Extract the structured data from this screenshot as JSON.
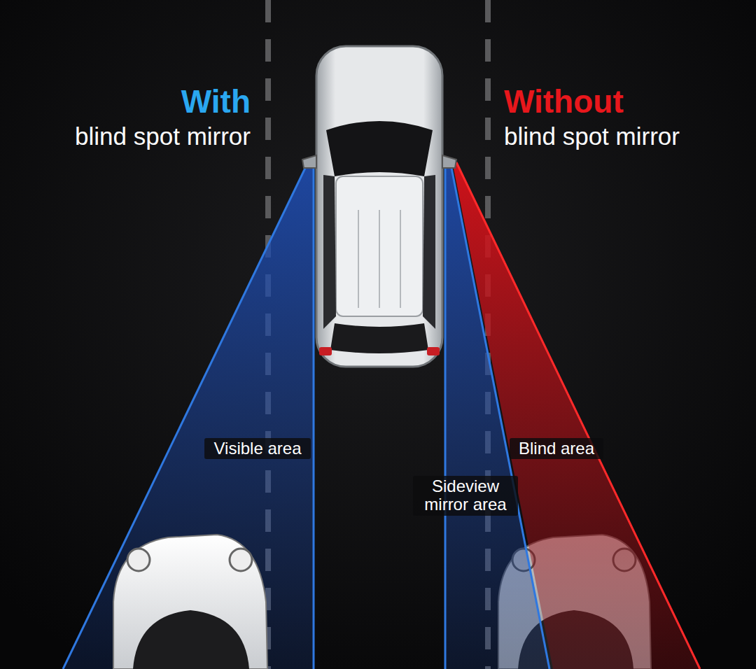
{
  "diagram": {
    "labels": [
      "With",
      "blind spot mirror",
      "Without",
      "blind spot mirror",
      "Visible area",
      "Blind area",
      "Sideview mirror area"
    ]
  }
}
